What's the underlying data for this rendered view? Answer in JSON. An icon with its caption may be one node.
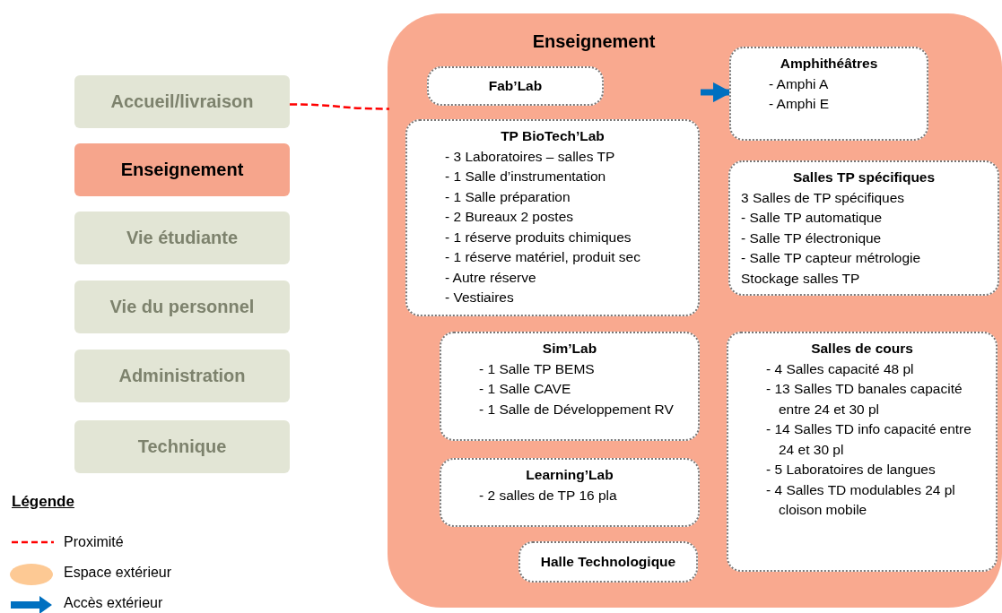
{
  "diagram": {
    "nodes": [
      {
        "text": [
          "Accueil/livraison"
        ]
      },
      {
        "text": [
          "Enseignement"
        ]
      },
      {
        "text": [
          "Vie étudiante"
        ]
      },
      {
        "text": [
          "Vie du personnel"
        ]
      },
      {
        "text": [
          "Administration"
        ]
      },
      {
        "text": [
          "Technique"
        ]
      },
      {
        "text": [
          "Enseignement"
        ]
      },
      {
        "text": [
          "Fab’Lab"
        ],
        "in": 6
      },
      {
        "text": [
          "Amphithéâtres",
          "- Amphi A",
          "- Amphi E"
        ],
        "in": 6
      },
      {
        "text": [
          "TP BioTech’Lab",
          "- 3 Laboratoires – salles TP",
          "- 1 Salle d’instrumentation",
          "- 1 Salle préparation",
          "- 2 Bureaux 2 postes",
          "- 1 réserve produits chimiques",
          "- 1 réserve matériel, produit sec",
          "- Autre réserve",
          "- Vestiaires"
        ],
        "in": 6
      },
      {
        "text": [
          "Salles TP spécifiques",
          "3 Salles de TP spécifiques",
          "- Salle TP automatique",
          "- Salle TP électronique",
          "- Salle TP capteur métrologie",
          "Stockage salles TP"
        ],
        "in": 6
      },
      {
        "text": [
          "Sim’Lab",
          "- 1 Salle TP BEMS",
          "- 1 Salle CAVE",
          "- 1 Salle de Développement RV"
        ],
        "in": 6
      },
      {
        "text": [
          "Salles de cours",
          "- 4 Salles capacité 48 pl",
          "- 13 Salles TD banales capacité entre 24 et 30 pl",
          "- 14 Salles TD info capacité entre 24 et 30 pl",
          "- 5 Laboratoires de langues",
          "- 4 Salles TD modulables 24 pl cloison mobile"
        ],
        "in": 6
      },
      {
        "text": [
          "Learning’Lab",
          "- 2 salles de TP 16 pla"
        ],
        "in": 6
      },
      {
        "text": [
          "Halle Technologique"
        ],
        "in": 6
      }
    ],
    "edges": [
      {
        "from": 0,
        "to": 6,
        "arrow": "none",
        "style": "dashed",
        "color": "#ff0000"
      },
      {
        "from": null,
        "to": 8,
        "arrow": "to",
        "style": "thick",
        "color": "#0070c0"
      }
    ],
    "labels": [
      "Légende"
    ],
    "legend": [
      {
        "text": "Proximité"
      },
      {
        "text": "Espace extérieur",
        "color": "#fdc994"
      },
      {
        "text": "Accès extérieur"
      }
    ]
  }
}
